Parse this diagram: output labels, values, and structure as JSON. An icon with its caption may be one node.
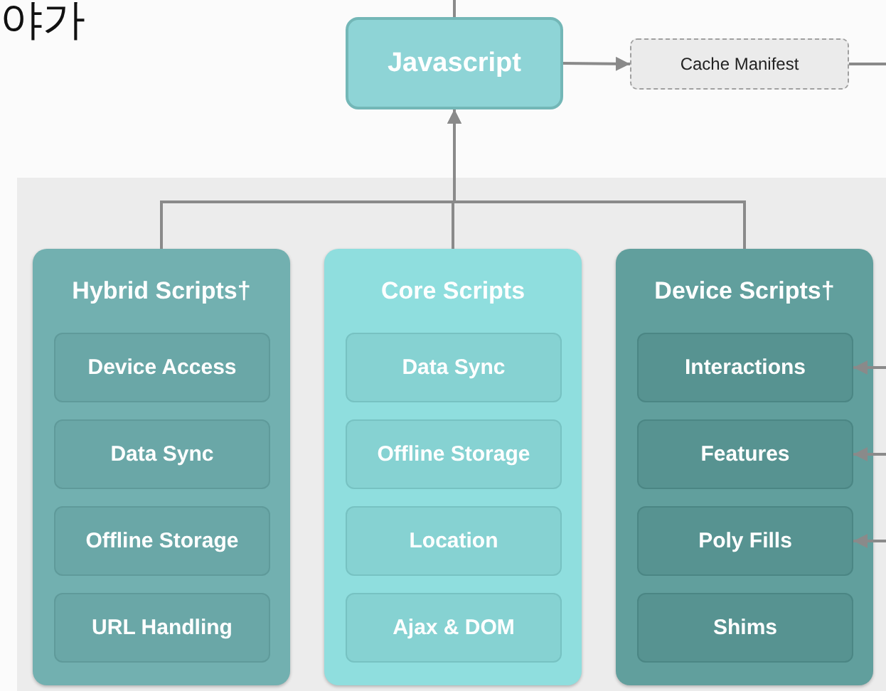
{
  "diagram": {
    "nodes": [
      {
        "text": [
          "Javascript"
        ]
      },
      {
        "text": [
          "Cache Manifest"
        ]
      },
      {
        "text": [
          "Hybrid Scripts†"
        ]
      },
      {
        "text": [
          "Device Access"
        ],
        "in": 2
      },
      {
        "text": [
          "Data Sync"
        ],
        "in": 2
      },
      {
        "text": [
          "Offline Storage"
        ],
        "in": 2
      },
      {
        "text": [
          "URL Handling"
        ],
        "in": 2
      },
      {
        "text": [
          "Core Scripts"
        ]
      },
      {
        "text": [
          "Data Sync"
        ],
        "in": 7
      },
      {
        "text": [
          "Offline Storage"
        ],
        "in": 7
      },
      {
        "text": [
          "Location"
        ],
        "in": 7
      },
      {
        "text": [
          "Ajax & DOM"
        ],
        "in": 7
      },
      {
        "text": [
          "Device Scripts†"
        ]
      },
      {
        "text": [
          "Interactions"
        ],
        "in": 12
      },
      {
        "text": [
          "Features"
        ],
        "in": 12
      },
      {
        "text": [
          "Poly Fills"
        ],
        "in": 12
      },
      {
        "text": [
          "Shims"
        ],
        "in": 12
      }
    ],
    "edges": [
      {
        "from": null,
        "to": 0,
        "arrow": "none"
      },
      {
        "from": 0,
        "to": 1,
        "arrow": "to"
      },
      {
        "from": 1,
        "to": null,
        "arrow": "none"
      },
      {
        "from": 2,
        "to": 0,
        "arrow": "to"
      },
      {
        "from": 7,
        "to": 0,
        "arrow": "to"
      },
      {
        "from": 12,
        "to": 0,
        "arrow": "to"
      },
      {
        "from": null,
        "to": 13,
        "arrow": "to"
      },
      {
        "from": null,
        "to": 14,
        "arrow": "to"
      },
      {
        "from": null,
        "to": 15,
        "arrow": "to"
      }
    ],
    "labels": [
      "야가"
    ]
  }
}
